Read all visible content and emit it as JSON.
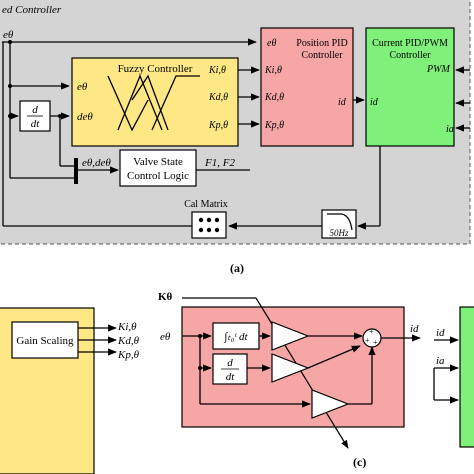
{
  "colors": {
    "panel_gray": "#d4d4d4",
    "fuzzy_yellow": "#fde885",
    "pid_pink": "#f7a6a6",
    "pwm_green": "#7ff07a",
    "line": "#000000",
    "watermark": "#e6e6e6"
  },
  "top_panel": {
    "title": "ed Controller",
    "e_theta": "eθ",
    "derivative_num": "d",
    "derivative_den": "dt",
    "fuzzy": {
      "title": "Fuzzy Controller",
      "in_e": "eθ",
      "in_de": "deθ",
      "out_ki": "Ki,θ",
      "out_kd": "Kd,θ",
      "out_kp": "Kp,θ"
    },
    "position_pid": {
      "in_e": "eθ",
      "title_line1": "Position PID",
      "title_line2": "Controller",
      "in_ki": "Ki,θ",
      "in_kd": "Kd,θ",
      "in_kp": "Kp,θ",
      "out_id": "id"
    },
    "current_pwm": {
      "title_line1": "Current PID/PWM",
      "title_line2": "Controller",
      "pwm": "PWM",
      "in_id": "id",
      "in_ia": "ia"
    },
    "valve": {
      "inputs": "eθ,deθ",
      "title_line1": "Valve State",
      "title_line2": "Control Logic",
      "outputs": "F1, F2"
    },
    "cal_matrix": "Cal Matrix",
    "filter": "50Hz"
  },
  "label_a": "(a)",
  "label_c": "(c)",
  "bottom_left": {
    "gain_scaling": "Gain Scaling",
    "out_ki": "Ki,θ",
    "out_kd": "Kd,θ",
    "out_kp": "Kp,θ"
  },
  "bottom_mid": {
    "k_theta": "Kθ",
    "e_theta": "eθ",
    "integral": "∫ₜ₀ᵗ dt",
    "derivative_num": "d",
    "derivative_den": "dt",
    "sum_plus_top": "+",
    "sum_plus_left": "+",
    "sum_plus_bottom": "+",
    "out_id": "id"
  },
  "bottom_right": {
    "in_id": "id",
    "in_ia": "ia"
  }
}
